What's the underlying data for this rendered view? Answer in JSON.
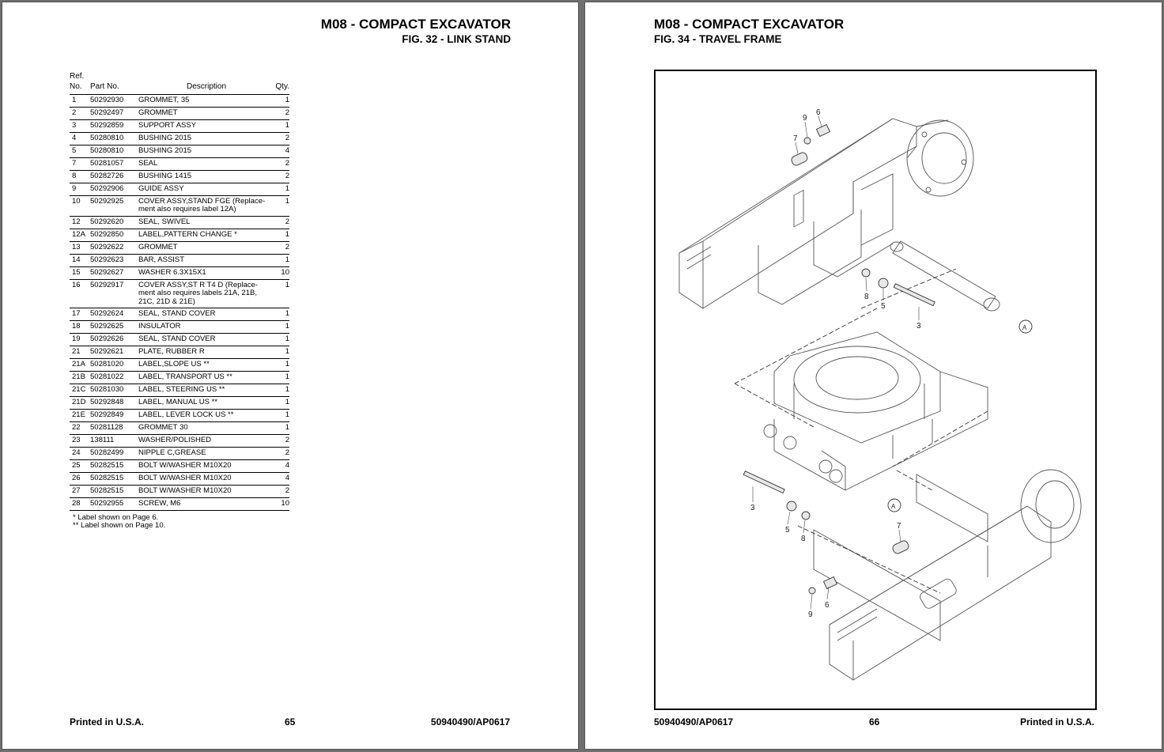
{
  "left_page": {
    "title": "M08 -  COMPACT EXCAVATOR",
    "figure": "FIG. 32 - LINK STAND",
    "table": {
      "headers": {
        "ref_line1": "Ref.",
        "ref_line2": "No.",
        "part_no": "Part No.",
        "description": "Description",
        "qty": "Qty."
      },
      "rows": [
        {
          "ref": "1",
          "part": "50292930",
          "desc": "GROMMET, 35",
          "qty": "1"
        },
        {
          "ref": "2",
          "part": "50292497",
          "desc": "GROMMET",
          "qty": "2"
        },
        {
          "ref": "3",
          "part": "50292859",
          "desc": "SUPPORT ASSY",
          "qty": "1"
        },
        {
          "ref": "4",
          "part": "50280810",
          "desc": "BUSHING 2015",
          "qty": "2"
        },
        {
          "ref": "5",
          "part": "50280810",
          "desc": "BUSHING 2015",
          "qty": "4"
        },
        {
          "ref": "7",
          "part": "50281057",
          "desc": "SEAL",
          "qty": "2"
        },
        {
          "ref": "8",
          "part": "50282726",
          "desc": "BUSHING 1415",
          "qty": "2"
        },
        {
          "ref": "9",
          "part": "50292906",
          "desc": "GUIDE ASSY",
          "qty": "1"
        },
        {
          "ref": "10",
          "part": "50292925",
          "desc": "COVER ASSY,STAND FGE (Replace-\nment also requires label 12A)",
          "qty": "1"
        },
        {
          "ref": "12",
          "part": "50292620",
          "desc": "SEAL, SWIVEL",
          "qty": "2"
        },
        {
          "ref": "12A",
          "part": "50292850",
          "desc": "LABEL,PATTERN CHANGE *",
          "qty": "1"
        },
        {
          "ref": "13",
          "part": "50292622",
          "desc": "GROMMET",
          "qty": "2"
        },
        {
          "ref": "14",
          "part": "50292623",
          "desc": "BAR, ASSIST",
          "qty": "1"
        },
        {
          "ref": "15",
          "part": "50292627",
          "desc": "WASHER 6.3X15X1",
          "qty": "10"
        },
        {
          "ref": "16",
          "part": "50292917",
          "desc": "COVER ASSY,ST R T4 D (Replace-\nment also requires labels 21A, 21B,\n21C, 21D & 21E)",
          "qty": "1"
        },
        {
          "ref": "17",
          "part": "50292624",
          "desc": "SEAL, STAND COVER",
          "qty": "1"
        },
        {
          "ref": "18",
          "part": "50292625",
          "desc": "INSULATOR",
          "qty": "1"
        },
        {
          "ref": "19",
          "part": "50292626",
          "desc": "SEAL, STAND COVER",
          "qty": "1"
        },
        {
          "ref": "21",
          "part": "50292621",
          "desc": "PLATE, RUBBER R",
          "qty": "1"
        },
        {
          "ref": "21A",
          "part": "50281020",
          "desc": "LABEL,SLOPE US **",
          "qty": "1"
        },
        {
          "ref": "21B",
          "part": "50281022",
          "desc": "LABEL, TRANSPORT US **",
          "qty": "1"
        },
        {
          "ref": "21C",
          "part": "50281030",
          "desc": "LABEL, STEERING US **",
          "qty": "1"
        },
        {
          "ref": "21D",
          "part": "50292848",
          "desc": "LABEL, MANUAL US **",
          "qty": "1"
        },
        {
          "ref": "21E",
          "part": "50292849",
          "desc": "LABEL, LEVER LOCK US **",
          "qty": "1"
        },
        {
          "ref": "22",
          "part": "50281128",
          "desc": "GROMMET 30",
          "qty": "1"
        },
        {
          "ref": "23",
          "part": "138111",
          "desc": "WASHER/POLISHED",
          "qty": "2"
        },
        {
          "ref": "24",
          "part": "50282499",
          "desc": "NIPPLE C,GREASE",
          "qty": "2"
        },
        {
          "ref": "25",
          "part": "50282515",
          "desc": "BOLT W/WASHER M10X20",
          "qty": "4"
        },
        {
          "ref": "26",
          "part": "50282515",
          "desc": "BOLT W/WASHER M10X20",
          "qty": "4"
        },
        {
          "ref": "27",
          "part": "50282515",
          "desc": "BOLT W/WASHER M10X20",
          "qty": "2"
        },
        {
          "ref": "28",
          "part": "50292955",
          "desc": "SCREW, M6",
          "qty": "10"
        }
      ]
    },
    "notes": [
      "* Label shown on Page 6.",
      "** Label shown on Page 10."
    ],
    "footer": {
      "printed": "Printed in U.S.A.",
      "page": "65",
      "doc": "50940490/AP0617"
    }
  },
  "right_page": {
    "title": "M08 -  COMPACT EXCAVATOR",
    "figure": "FIG. 34 - TRAVEL FRAME",
    "callouts": [
      "9",
      "6",
      "7",
      "8",
      "5",
      "3",
      "A",
      "A",
      "7",
      "3",
      "5",
      "8",
      "9",
      "6"
    ],
    "footer": {
      "doc": "50940490/AP0617",
      "page": "66",
      "printed": "Printed in U.S.A."
    }
  }
}
